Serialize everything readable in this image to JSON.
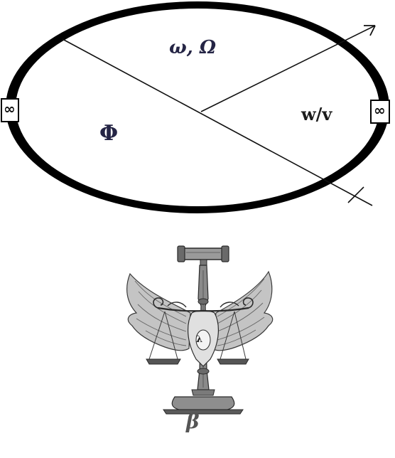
{
  "diagram": {
    "symbols": {
      "omega_Omega": "ω, Ω",
      "phi": "Φ",
      "w_over_v": "w/v",
      "infinity_left": "∞",
      "infinity_right": "∞",
      "beta": "β",
      "lambda": "λ"
    },
    "colors": {
      "ring": "#000000",
      "label_blue": "#252545",
      "pencil_dark": "#2a2a2a",
      "pencil_mid": "#6a6a6a",
      "pencil_light": "#a8a8a8"
    },
    "icons": {
      "emblem": "winged-scales-of-justice-with-gavel-icon",
      "arrow": "arrowhead-icon"
    }
  }
}
